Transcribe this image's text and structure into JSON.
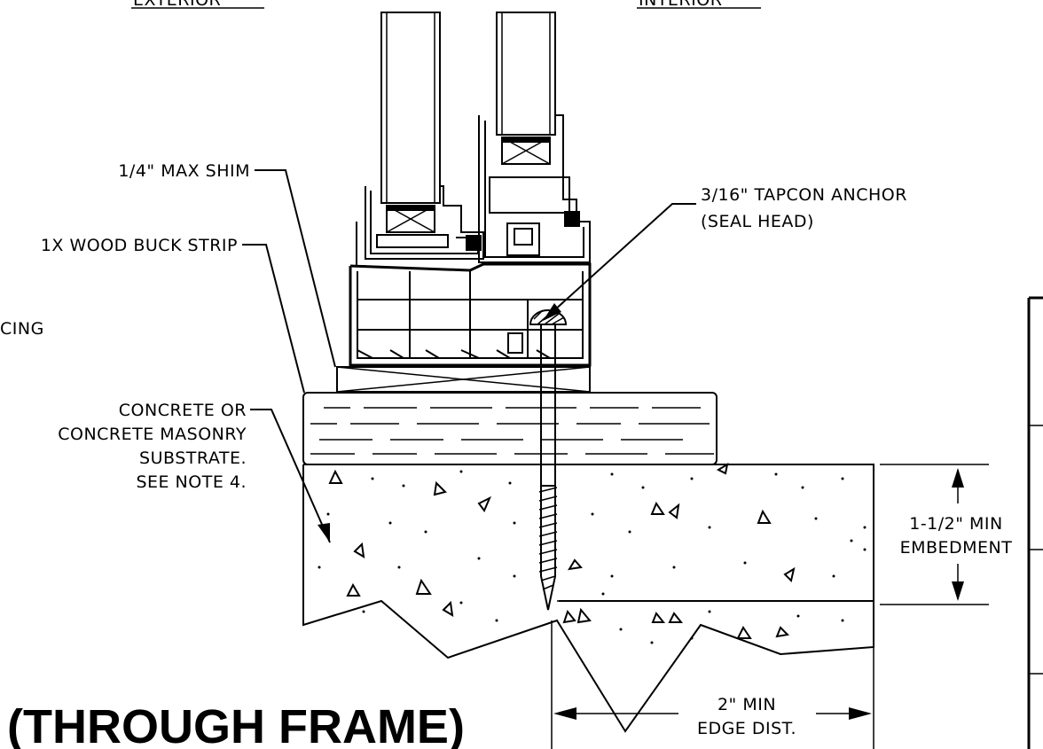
{
  "headers": {
    "exterior": "EXTERIOR",
    "interior": "INTERIOR"
  },
  "callouts": {
    "shim": "1/4\" MAX SHIM",
    "buck_strip": "1X WOOD BUCK STRIP",
    "spacing_fragment": "CING",
    "anchor_line1": "3/16\" TAPCON ANCHOR",
    "anchor_line2": "(SEAL HEAD)",
    "substrate_line1": "CONCRETE OR",
    "substrate_line2": "CONCRETE MASONRY",
    "substrate_line3": "SUBSTRATE.",
    "substrate_line4": "SEE NOTE 4."
  },
  "dimensions": {
    "embedment_line1": "1-1/2\" MIN",
    "embedment_line2": "EMBEDMENT",
    "edge_line1": "2\" MIN",
    "edge_line2": "EDGE DIST."
  },
  "title": "(THROUGH FRAME)"
}
